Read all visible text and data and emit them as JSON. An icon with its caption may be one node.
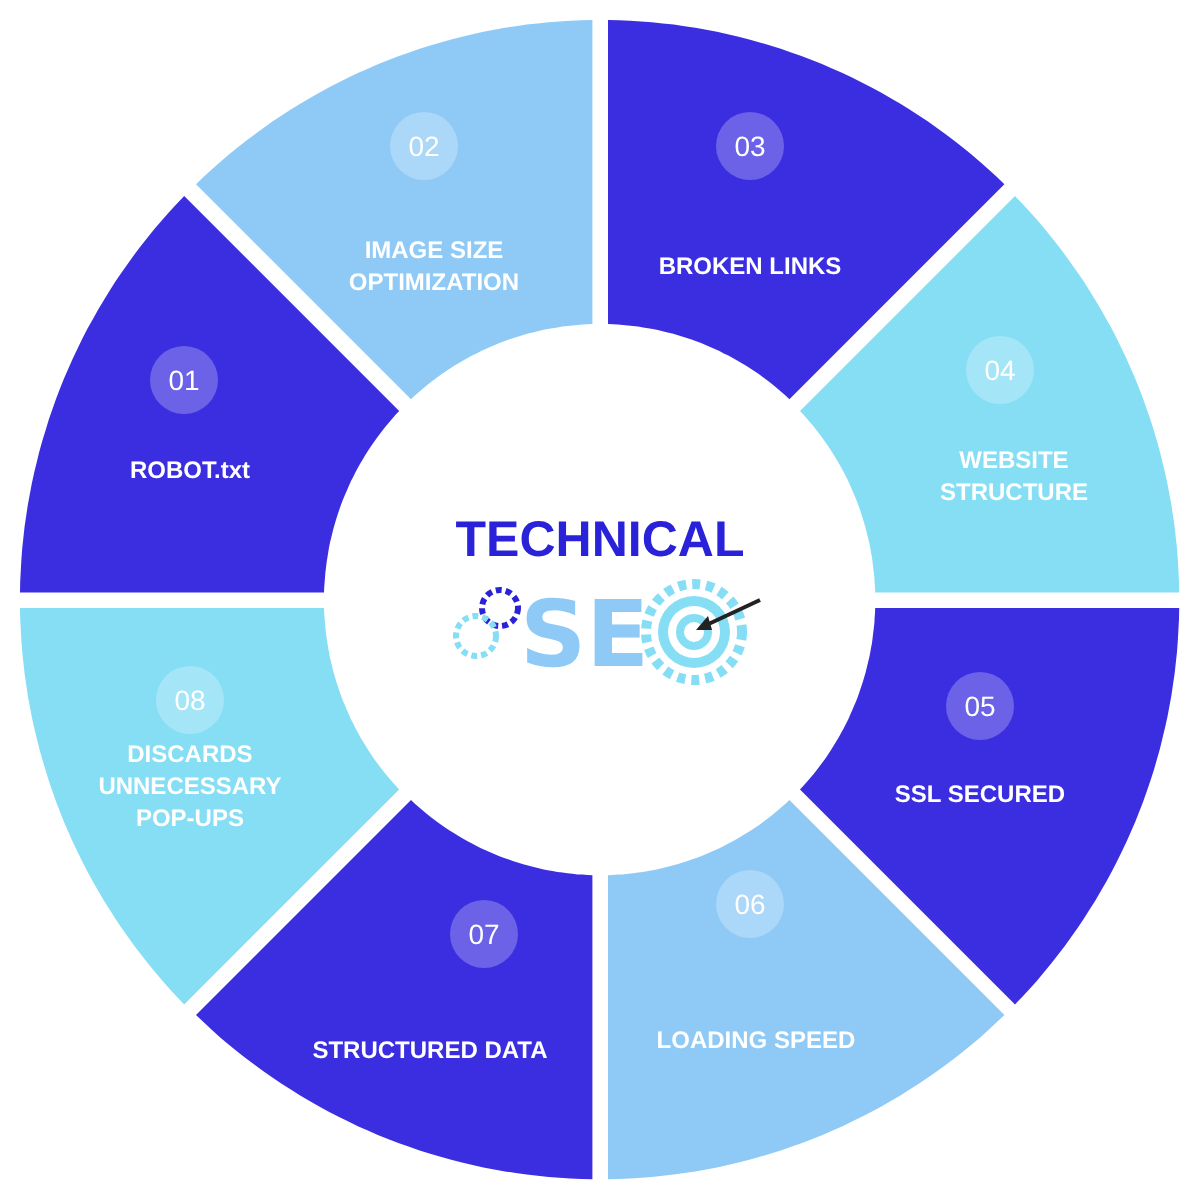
{
  "diagram": {
    "nodes": [
      {
        "text": [
          "01",
          "ROBOT.txt"
        ]
      },
      {
        "text": [
          "02",
          "IMAGE SIZE OPTIMIZATION"
        ]
      },
      {
        "text": [
          "03",
          "BROKEN LINKS"
        ]
      },
      {
        "text": [
          "04",
          "WEBSITE STRUCTURE"
        ]
      },
      {
        "text": [
          "05",
          "SSL SECURED"
        ]
      },
      {
        "text": [
          "06",
          "LOADING SPEED"
        ]
      },
      {
        "text": [
          "07",
          "STRUCTURED DATA"
        ]
      },
      {
        "text": [
          "08",
          "DISCARDS UNNECESSARY POP-UPS"
        ]
      },
      {
        "text": [
          "TECHNICAL",
          "SE"
        ]
      }
    ]
  }
}
